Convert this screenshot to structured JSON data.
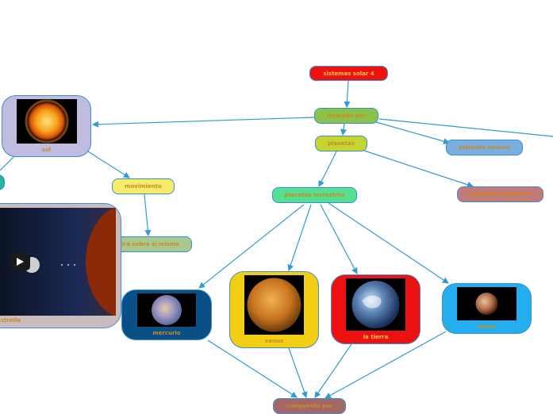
{
  "nodes": {
    "root": "sistemas solar 4",
    "formado_por": "formado por",
    "planetas": "planetas",
    "planetas_enanos": "planetas enanos",
    "planetas_exteriores": "planetas exteriores",
    "planetas_terrestres": "planetas terrestres",
    "movimiento": "movimiento",
    "gira_sobre": "gira sobre sí mismo",
    "compuesto_por": "compuesto por"
  },
  "cards": {
    "sol": "sol",
    "estrella": "estrella",
    "mercurio": "mercurio",
    "venus": "venus",
    "tierra": "la tierra",
    "marte": "marte"
  },
  "colors": {
    "connector": "#2e9bd6",
    "root": "#ee1111",
    "formado_por": "#8bc34a",
    "planetas": "#c5d431",
    "planetas_enanos": "#7aaede",
    "planetas_exteriores": "#c27a78",
    "planetas_terrestres": "#55e08f",
    "movimiento": "#f6ec6b",
    "gira_sobre": "#a8c890",
    "compuesto_por": "#a46864",
    "card_sol": "#c0bce0",
    "card_estrella": "#cabcbc",
    "card_mercurio": "#0a4f86",
    "card_venus": "#f2cf12",
    "card_tierra": "#ee1111",
    "card_marte": "#24aef0"
  }
}
